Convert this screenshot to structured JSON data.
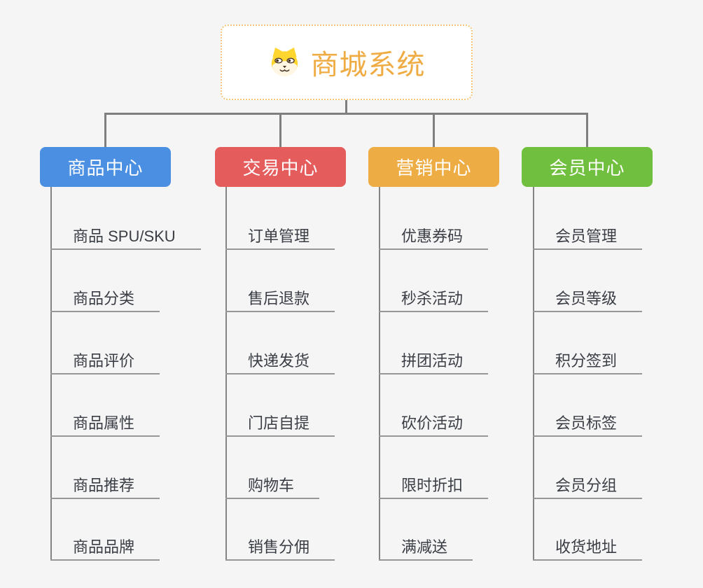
{
  "root": {
    "title": "商城系统",
    "title_color": "#f0ac44",
    "icon": "shiba-dog-icon",
    "border_color": "#f3c87a"
  },
  "connector_color": "#7f7f7f",
  "branches": [
    {
      "label": "商品中心",
      "color": "#4a8fe2",
      "items": [
        "商品 SPU/SKU",
        "商品分类",
        "商品评价",
        "商品属性",
        "商品推荐",
        "商品品牌"
      ]
    },
    {
      "label": "交易中心",
      "color": "#e45c5c",
      "items": [
        "订单管理",
        "售后退款",
        "快递发货",
        "门店自提",
        "购物车",
        "销售分佣"
      ]
    },
    {
      "label": "营销中心",
      "color": "#edad44",
      "items": [
        "优惠券码",
        "秒杀活动",
        "拼团活动",
        "砍价活动",
        "限时折扣",
        "满减送"
      ]
    },
    {
      "label": "会员中心",
      "color": "#71bf3e",
      "items": [
        "会员管理",
        "会员等级",
        "积分签到",
        "会员标签",
        "会员分组",
        "收货地址"
      ]
    }
  ]
}
